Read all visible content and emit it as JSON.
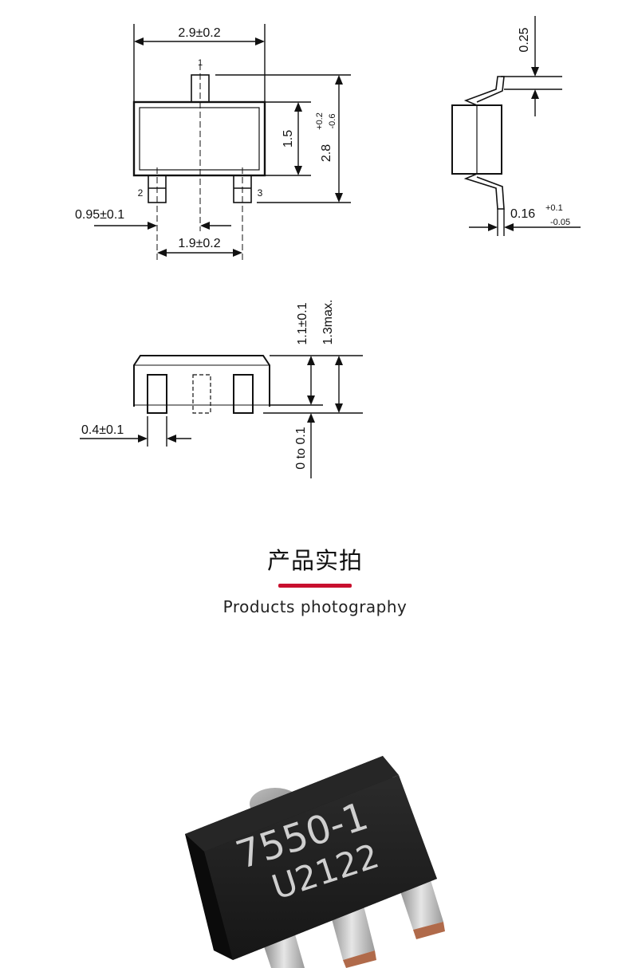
{
  "top_view": {
    "dim_width": "2.9±0.2",
    "pin1": "1",
    "pin2": "2",
    "pin3": "3",
    "dim_body": "1.5",
    "dim_height_main": "2.8",
    "dim_height_plus": "+0.2",
    "dim_height_minus": "-0.6",
    "dim_pitch": "0.95±0.1",
    "dim_span": "1.9±0.2"
  },
  "side_view": {
    "dim_top": "0.25",
    "dim_lead_main": "0.16",
    "dim_lead_plus": "+0.1",
    "dim_lead_minus": "-0.05"
  },
  "front_view": {
    "dim_body": "1.1±0.1",
    "dim_max": "1.3max.",
    "dim_standoff": "0 to 0.1",
    "dim_lead": "0.4±0.1"
  },
  "section": {
    "title_zh": "产品实拍",
    "title_en": "Products photography",
    "accent_color": "#c8102e"
  },
  "chip": {
    "marking_line1": "7550-1",
    "marking_line2": "U2122"
  }
}
